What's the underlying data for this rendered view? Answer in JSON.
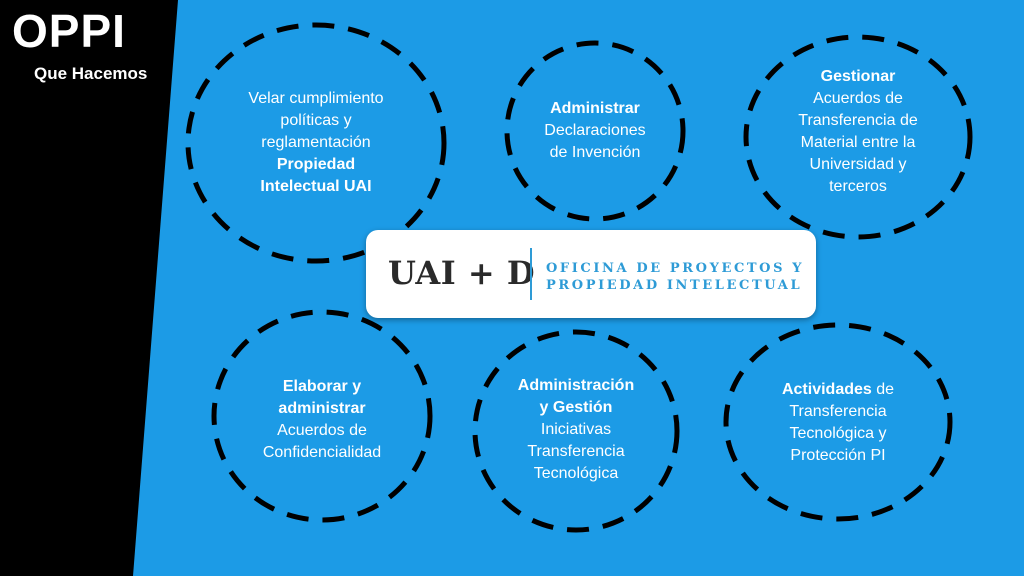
{
  "header": {
    "title": "OPPI",
    "subtitle": "Que Hacemos"
  },
  "colors": {
    "background_blue": "#1c9be6",
    "left_panel": "#000000",
    "dash": "#000000",
    "text": "#ffffff",
    "logo_accent": "#2e9bd6"
  },
  "logo": {
    "main": "UAI + D",
    "line1": "OFICINA DE PROYECTOS Y",
    "line2": "PROPIEDAD INTELECTUAL"
  },
  "circles": [
    {
      "lines": [
        {
          "text": "Velar cumplimiento"
        },
        {
          "text": "políticas y"
        },
        {
          "text": "reglamentación"
        },
        {
          "text": "Propiedad",
          "bold": true
        },
        {
          "text": "Intelectual UAI",
          "bold": true
        }
      ]
    },
    {
      "lines": [
        {
          "text": "Administrar",
          "bold": true
        },
        {
          "text": "Declaraciones"
        },
        {
          "text": "de Invención"
        }
      ]
    },
    {
      "lines": [
        {
          "text": "Gestionar",
          "bold": true
        },
        {
          "text": "Acuerdos de"
        },
        {
          "text": "Transferencia de"
        },
        {
          "text": "Material entre la"
        },
        {
          "text": "Universidad y"
        },
        {
          "text": "terceros"
        }
      ]
    },
    {
      "lines": [
        {
          "text": "Elaborar y",
          "bold": true
        },
        {
          "text": "administrar",
          "bold": true
        },
        {
          "text": "Acuerdos de"
        },
        {
          "text": "Confidencialidad"
        }
      ]
    },
    {
      "lines": [
        {
          "text": "Administración",
          "bold": true
        },
        {
          "text": "y Gestión",
          "bold": true
        },
        {
          "text": "Iniciativas"
        },
        {
          "text": "Transferencia"
        },
        {
          "text": "Tecnológica"
        }
      ]
    },
    {
      "lines": [
        {
          "segments": [
            {
              "text": "Actividades",
              "bold": true
            },
            {
              "text": " de"
            }
          ]
        },
        {
          "text": "Transferencia"
        },
        {
          "text": "Tecnológica y"
        },
        {
          "text": "Protección PI"
        }
      ]
    }
  ]
}
